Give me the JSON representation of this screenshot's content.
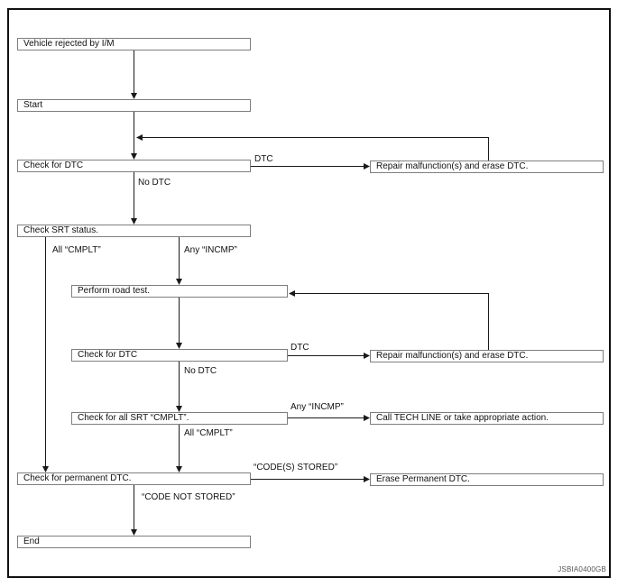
{
  "diagram": {
    "nodes": {
      "vehicle_rejected": "Vehicle rejected by I/M",
      "start": "Start",
      "check_dtc_1": "Check for DTC",
      "repair_1": "Repair malfunction(s) and erase DTC.",
      "check_srt": "Check SRT status.",
      "perform_road_test": "Perform road test.",
      "check_dtc_2": "Check for DTC",
      "repair_2": "Repair malfunction(s) and erase DTC.",
      "check_all_srt": "Check for all SRT “CMPLT”.",
      "call_tech_line": "Call TECH LINE or take appropriate action.",
      "check_permanent_dtc": "Check for permanent DTC.",
      "erase_permanent_dtc": "Erase Permanent DTC.",
      "end": "End"
    },
    "edge_labels": {
      "dtc_1": "DTC",
      "no_dtc_1": "No DTC",
      "all_cmplt_1": "All “CMPLT”",
      "any_incmp_1": "Any “INCMP”",
      "dtc_2": "DTC",
      "no_dtc_2": "No DTC",
      "any_incmp_2": "Any “INCMP”",
      "all_cmplt_2": "All “CMPLT”",
      "codes_stored": "“CODE(S) STORED”",
      "code_not_stored": "“CODE NOT STORED”"
    },
    "figure_id": "JSBIA0400GB",
    "colors": {
      "line": "#1a1a1a",
      "box_border": "#7e7e7e",
      "frame": "#111111",
      "background": "#ffffff"
    }
  }
}
